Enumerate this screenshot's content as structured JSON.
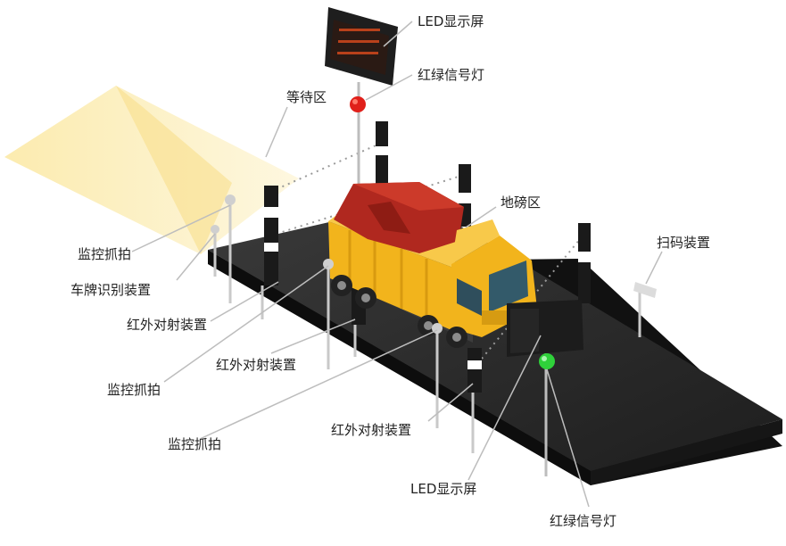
{
  "labels": {
    "led_top": "LED显示屏",
    "signal_top": "红绿信号灯",
    "waiting_area": "等待区",
    "weighbridge_area": "地磅区",
    "scan_device": "扫码装置",
    "monitor_1": "监控抓拍",
    "plate_recognition": "车牌识别装置",
    "ir_1": "红外对射装置",
    "ir_2": "红外对射装置",
    "monitor_2": "监控抓拍",
    "monitor_3": "监控抓拍",
    "ir_3": "红外对射装置",
    "led_bottom": "LED显示屏",
    "signal_bottom": "红绿信号灯"
  },
  "colors": {
    "waiting_zone": "#fbe9a6",
    "platform": "#2a2a2a",
    "truck_yellow": "#f2b41c",
    "cargo_red": "#b0281f",
    "signal_red": "#e0201a",
    "signal_green": "#2fd13a",
    "beam_dots": "#9a9a9a"
  }
}
